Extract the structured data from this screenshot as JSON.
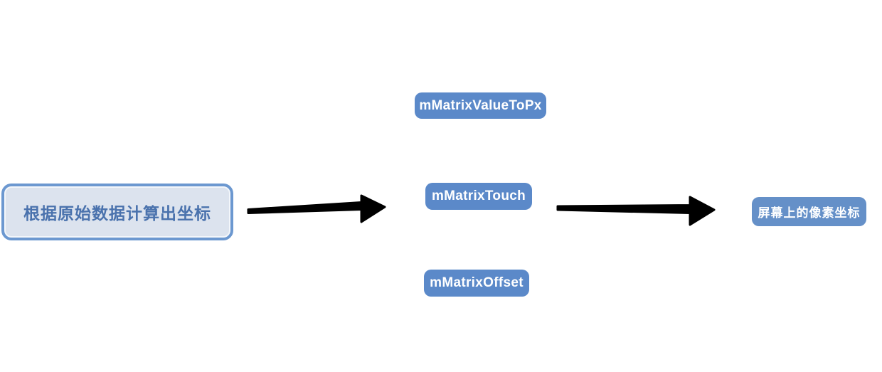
{
  "diagram": {
    "source_node": {
      "label": "根据原始数据计算出坐标"
    },
    "matrix_nodes": [
      {
        "label": "mMatrixValueToPx"
      },
      {
        "label": "mMatrixTouch"
      },
      {
        "label": "mMatrixOffset"
      }
    ],
    "target_node": {
      "label": "屏幕上的像素坐标"
    },
    "arrows": [
      {
        "name": "source-to-matrix",
        "direction": "right"
      },
      {
        "name": "matrix-to-target",
        "direction": "right"
      }
    ],
    "colors": {
      "background": "#ffffff",
      "node_fill": "#5b89c9",
      "target_fill": "#6590c8",
      "source_border": "#6c98d0",
      "source_fill": "#dce3ee",
      "source_text": "#4a72ad",
      "node_text": "#ffffff",
      "arrow": "#000000"
    }
  }
}
